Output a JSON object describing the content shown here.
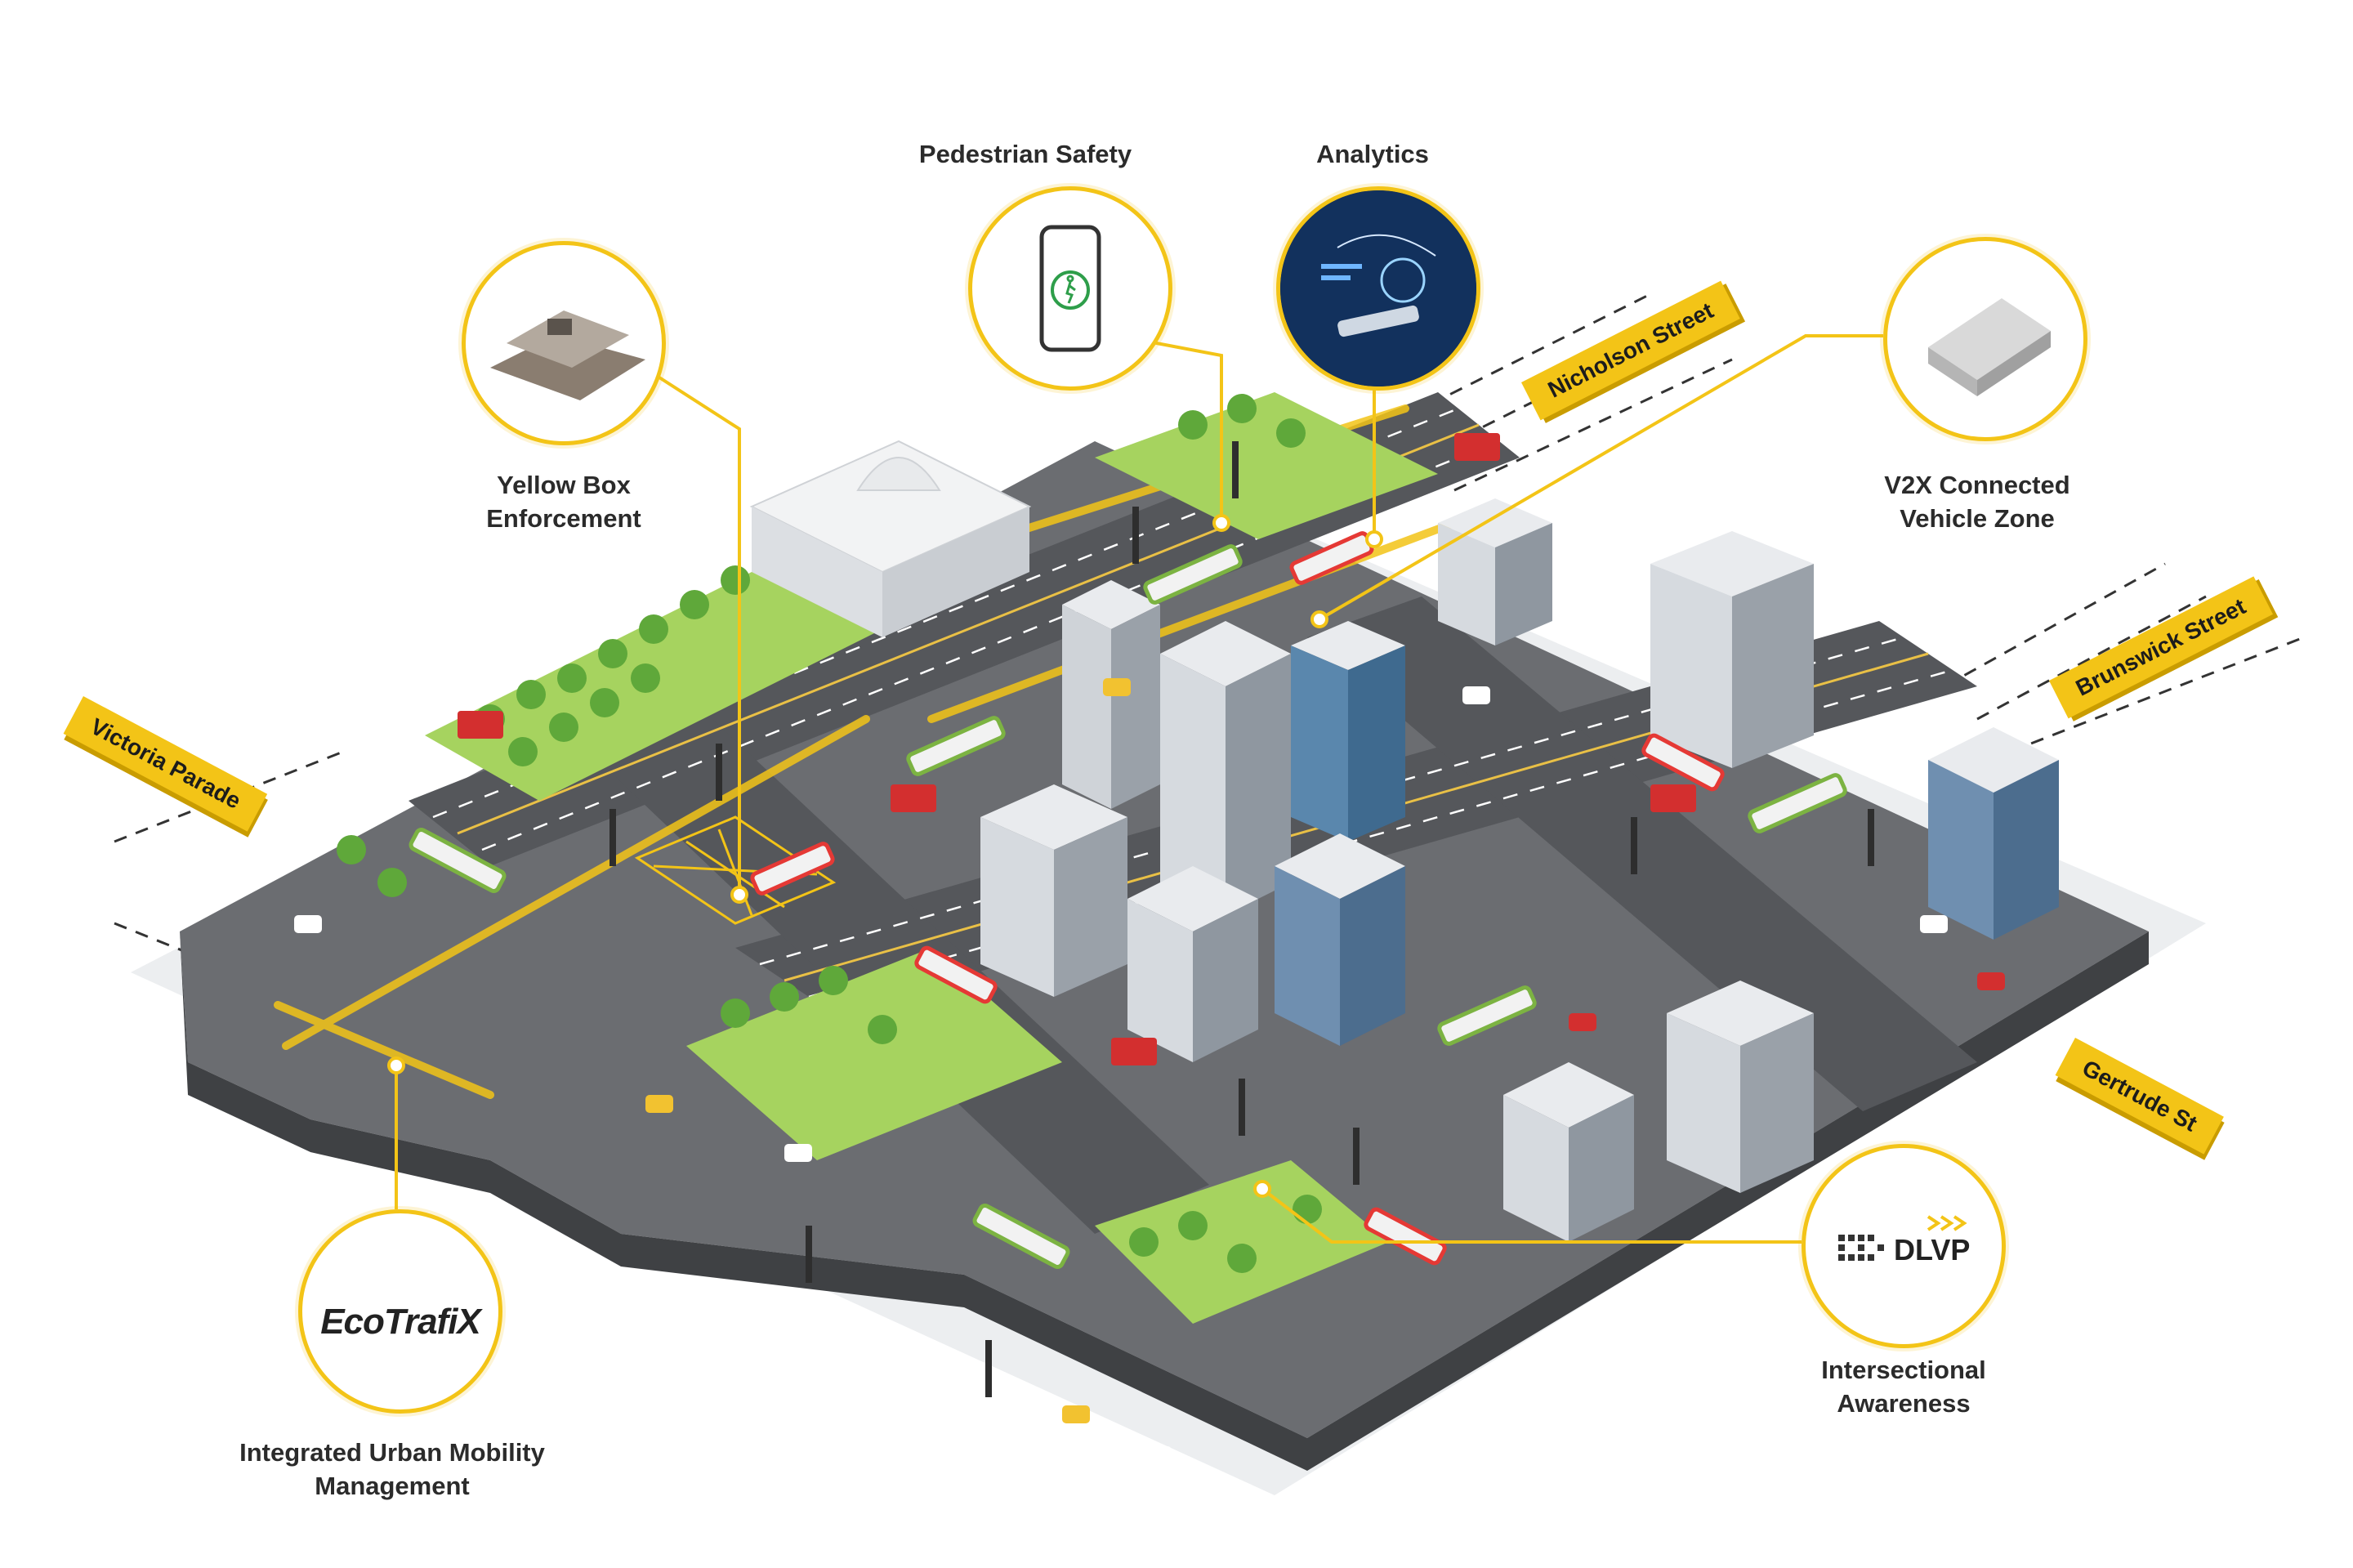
{
  "callouts": {
    "pedestrian_safety": "Pedestrian Safety",
    "analytics": "Analytics",
    "yellow_box": [
      "Yellow Box",
      "Enforcement"
    ],
    "v2x": [
      "V2X Connected",
      "Vehicle Zone"
    ],
    "integrated": [
      "Integrated Urban Mobility",
      "Management"
    ],
    "intersectional": [
      "Intersectional",
      "Awareness"
    ]
  },
  "streets": {
    "victoria": "Victoria Parade",
    "nicholson": "Nicholson Street",
    "brunswick": "Brunswick Street",
    "gertrude": "Gertrude St"
  },
  "logos": {
    "ecotrafix": "EcoTrafiX",
    "dlvp": "DLVP"
  },
  "colors": {
    "accent": "#f3c417",
    "road": "#5b5d61",
    "road_dark": "#3f4144",
    "grass": "#8bc34a",
    "building": "#e6e8eb",
    "bus_green": "#7cb342",
    "bus_red": "#e53935"
  },
  "icons": [
    "camera-sensor-icon",
    "phone-pedestrian-icon",
    "analytics-photo-icon",
    "v2x-unit-icon",
    "ecotrafix-logo",
    "dlvp-logo"
  ]
}
